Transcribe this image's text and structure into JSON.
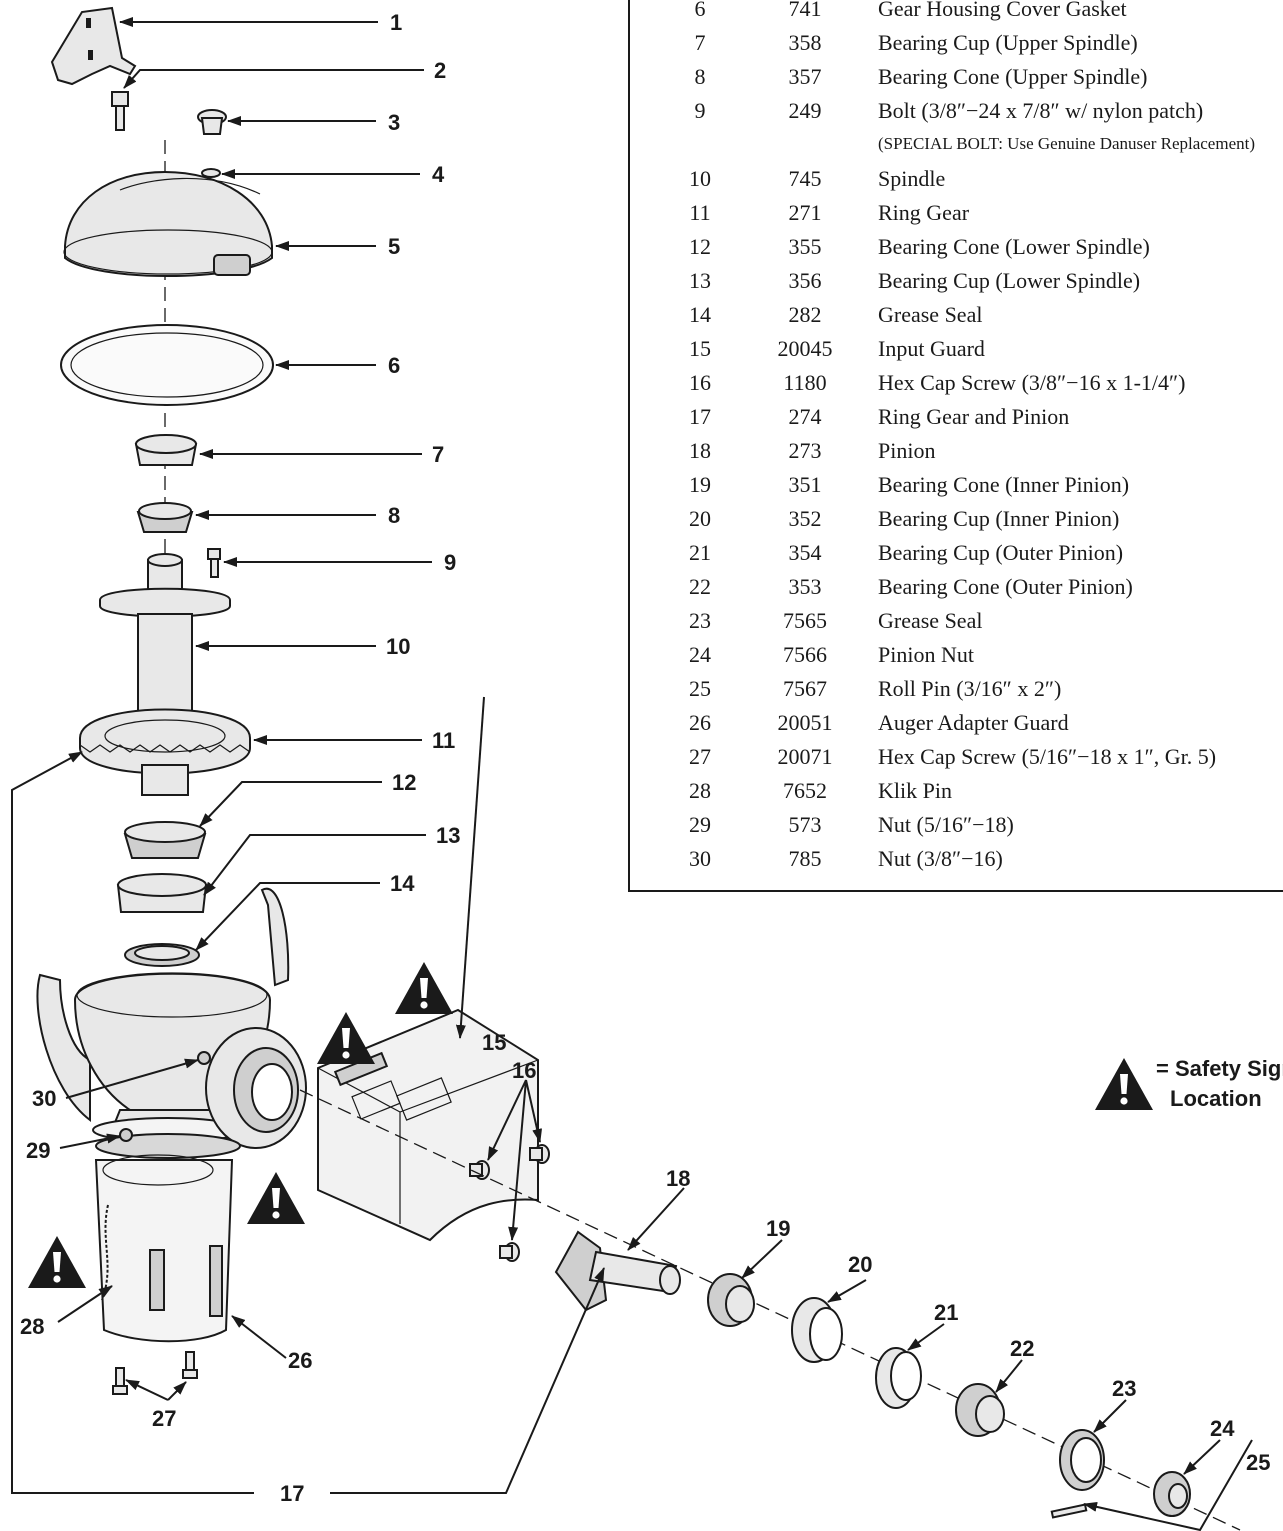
{
  "parts_table": {
    "rows": [
      {
        "no": "6",
        "part": "741",
        "desc": "Gear Housing Cover Gasket"
      },
      {
        "no": "7",
        "part": "358",
        "desc": "Bearing Cup (Upper Spindle)"
      },
      {
        "no": "8",
        "part": "357",
        "desc": "Bearing Cone (Upper Spindle)"
      },
      {
        "no": "9",
        "part": "249",
        "desc": "Bolt (3/8″−24 x 7/8″ w/ nylon patch)"
      },
      {
        "no": "10",
        "part": "745",
        "desc": "Spindle"
      },
      {
        "no": "11",
        "part": "271",
        "desc": "Ring Gear"
      },
      {
        "no": "12",
        "part": "355",
        "desc": "Bearing Cone (Lower Spindle)"
      },
      {
        "no": "13",
        "part": "356",
        "desc": "Bearing Cup (Lower Spindle)"
      },
      {
        "no": "14",
        "part": "282",
        "desc": "Grease Seal"
      },
      {
        "no": "15",
        "part": "20045",
        "desc": "Input Guard"
      },
      {
        "no": "16",
        "part": "1180",
        "desc": "Hex Cap Screw (3/8″−16 x 1-1/4″)"
      },
      {
        "no": "17",
        "part": "274",
        "desc": "Ring Gear and Pinion"
      },
      {
        "no": "18",
        "part": "273",
        "desc": "Pinion"
      },
      {
        "no": "19",
        "part": "351",
        "desc": "Bearing Cone (Inner Pinion)"
      },
      {
        "no": "20",
        "part": "352",
        "desc": "Bearing Cup (Inner Pinion)"
      },
      {
        "no": "21",
        "part": "354",
        "desc": "Bearing Cup (Outer Pinion)"
      },
      {
        "no": "22",
        "part": "353",
        "desc": "Bearing Cone (Outer Pinion)"
      },
      {
        "no": "23",
        "part": "7565",
        "desc": "Grease Seal"
      },
      {
        "no": "24",
        "part": "7566",
        "desc": "Pinion Nut"
      },
      {
        "no": "25",
        "part": "7567",
        "desc": "Roll Pin (3/16″ x 2″)"
      },
      {
        "no": "26",
        "part": "20051",
        "desc": "Auger Adapter Guard"
      },
      {
        "no": "27",
        "part": "20071",
        "desc": "Hex Cap Screw (5/16″−18 x 1″, Gr. 5)"
      },
      {
        "no": "28",
        "part": "7652",
        "desc": "Klik Pin"
      },
      {
        "no": "29",
        "part": "573",
        "desc": "Nut (5/16″−18)"
      },
      {
        "no": "30",
        "part": "785",
        "desc": "Nut (3/8″−16)"
      }
    ],
    "note_9": "(SPECIAL BOLT: Use Genuine Danuser Replacement)"
  },
  "callouts": [
    "1",
    "2",
    "3",
    "4",
    "5",
    "6",
    "7",
    "8",
    "9",
    "10",
    "11",
    "12",
    "13",
    "14",
    "15",
    "16",
    "17",
    "18",
    "19",
    "20",
    "21",
    "22",
    "23",
    "24",
    "25",
    "26",
    "27",
    "28",
    "29",
    "30"
  ],
  "legend": {
    "icon": "warning-triangle-icon",
    "line1": "= Safety Sign",
    "line2": "Location"
  }
}
